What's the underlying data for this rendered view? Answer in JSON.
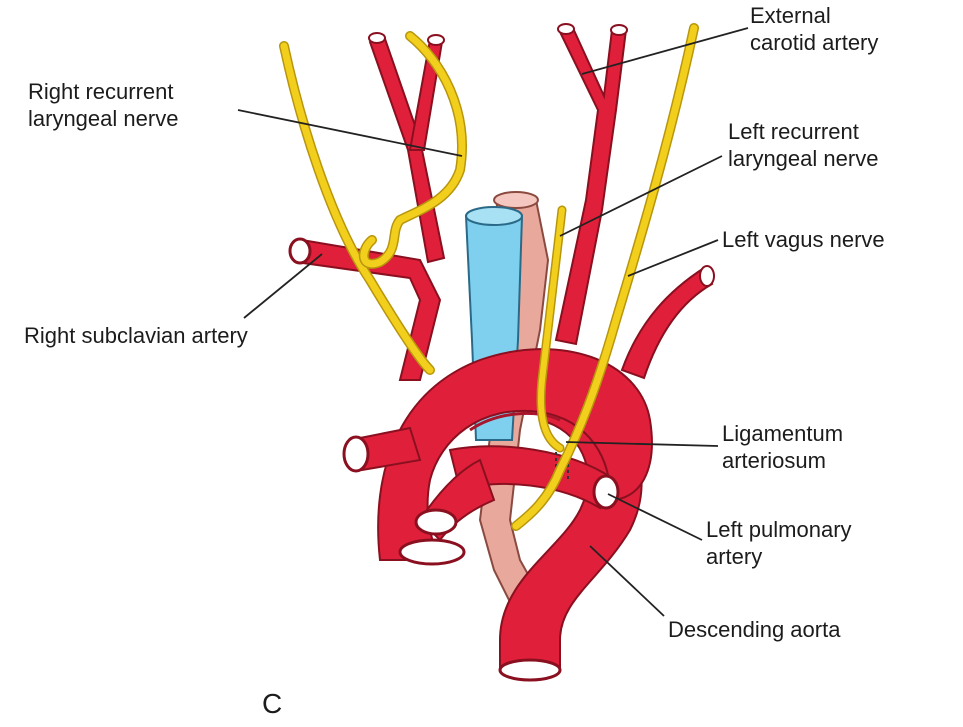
{
  "panel_letter": "C",
  "labels": {
    "external_carotid": [
      "External",
      "carotid artery"
    ],
    "right_recurrent": [
      "Right recurrent",
      "laryngeal nerve"
    ],
    "left_recurrent": [
      "Left recurrent",
      "laryngeal nerve"
    ],
    "left_vagus": [
      "Left vagus nerve"
    ],
    "right_subclavian": [
      "Right subclavian artery"
    ],
    "ligamentum": [
      "Ligamentum",
      "arteriosum"
    ],
    "left_pulmonary": [
      "Left pulmonary",
      "artery"
    ],
    "descending_aorta": [
      "Descending aorta"
    ]
  },
  "colors": {
    "artery": "#e0203a",
    "artery_dark": "#a8142a",
    "nerve": "#f2cf1c",
    "nerve_edge": "#b8960c",
    "vein": "#7ed0ee",
    "esophagus": "#e8a89c",
    "leader": "#222222"
  }
}
